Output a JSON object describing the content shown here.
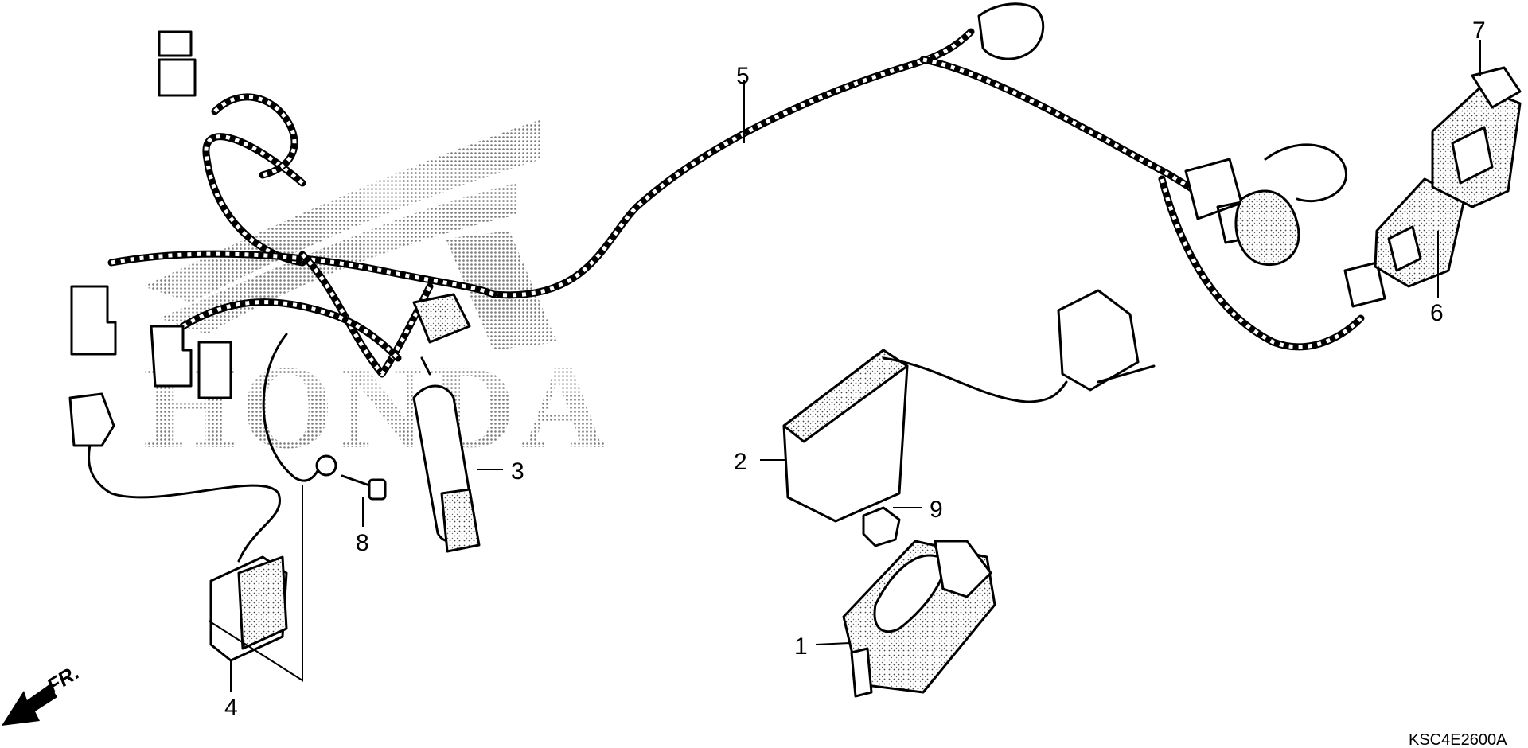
{
  "diagram": {
    "watermark_text": "HONDA",
    "direction_label": "FR.",
    "drawing_code": "KSC4E2600A",
    "callouts": [
      {
        "id": "callout-1",
        "text": "1"
      },
      {
        "id": "callout-2",
        "text": "2"
      },
      {
        "id": "callout-3",
        "text": "3"
      },
      {
        "id": "callout-4",
        "text": "4"
      },
      {
        "id": "callout-5",
        "text": "5"
      },
      {
        "id": "callout-6",
        "text": "6"
      },
      {
        "id": "callout-7",
        "text": "7"
      },
      {
        "id": "callout-8",
        "text": "8"
      },
      {
        "id": "callout-9",
        "text": "9"
      }
    ]
  }
}
